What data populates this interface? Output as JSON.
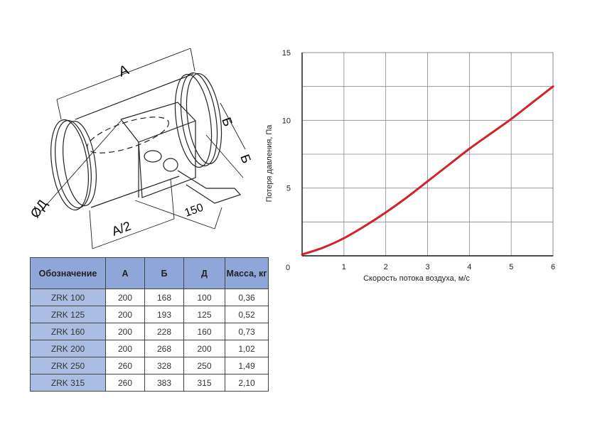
{
  "drawing": {
    "dimension_labels": [
      "А",
      "Б",
      "Б",
      "ØД",
      "А/2",
      "150"
    ]
  },
  "table": {
    "headers": [
      "Обозначение",
      "А",
      "Б",
      "Д",
      "Масса, кг"
    ],
    "rows": [
      [
        "ZRK 100",
        "200",
        "168",
        "100",
        "0,36"
      ],
      [
        "ZRK 125",
        "200",
        "193",
        "125",
        "0,52"
      ],
      [
        "ZRK 160",
        "200",
        "228",
        "160",
        "0,73"
      ],
      [
        "ZRK 200",
        "200",
        "268",
        "200",
        "1,02"
      ],
      [
        "ZRK 250",
        "260",
        "328",
        "250",
        "1,49"
      ],
      [
        "ZRK 315",
        "260",
        "383",
        "315",
        "2,10"
      ]
    ]
  },
  "chart_data": {
    "type": "line",
    "title": "",
    "xlabel": "Скорость потока воздуха, м/с",
    "ylabel": "Потеря давления, Па",
    "xlim": [
      0,
      6
    ],
    "ylim": [
      0,
      15
    ],
    "x_ticks": [
      "0",
      "1",
      "2",
      "3",
      "4",
      "5",
      "6"
    ],
    "y_ticks": [
      "5",
      "10",
      "15"
    ],
    "grid": true,
    "series": [
      {
        "color": "#d0232a",
        "x": [
          0,
          0.5,
          1,
          1.5,
          2,
          2.5,
          3,
          3.5,
          4,
          4.5,
          5,
          5.5,
          6
        ],
        "y": [
          0.1,
          0.6,
          1.3,
          2.2,
          3.2,
          4.3,
          5.5,
          6.7,
          7.9,
          9.0,
          10.1,
          11.3,
          12.5
        ]
      }
    ]
  }
}
